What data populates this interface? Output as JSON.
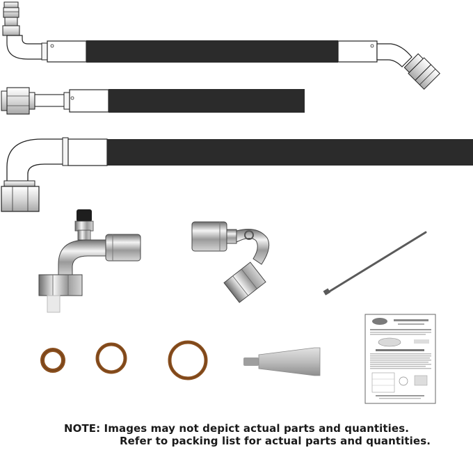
{
  "note": {
    "line1": "NOTE: Images may not depict actual parts and quantities.",
    "line2": "Refer to packing list for actual parts and quantities."
  },
  "colors": {
    "hose": "#2b2b2b",
    "metal_light": "#f2f2f2",
    "metal_mid": "#bfbfbf",
    "metal_dark": "#7a7a7a",
    "outline": "#222222",
    "o_ring": "#8a4f1e",
    "tube": "#b8b8b8",
    "tie": "#5a5a5a"
  },
  "parts": [
    "hose-assembly-long",
    "hose-assembly-short",
    "hose-assembly-large",
    "elbow-fitting-with-service-port",
    "banjo-fitting-45",
    "o-ring-small",
    "o-ring-medium",
    "o-ring-large",
    "lubricant-tube",
    "cable-tie",
    "instruction-sheet"
  ]
}
